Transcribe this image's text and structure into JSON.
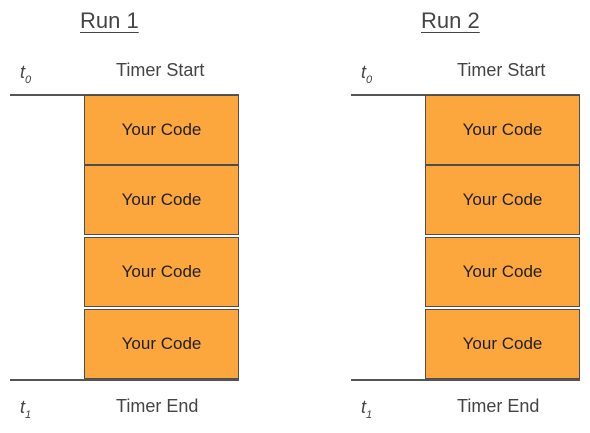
{
  "colors": {
    "box_fill": "#FBA73E",
    "rule": "#555555"
  },
  "runs": [
    {
      "title": "Run 1",
      "start": {
        "symbol": "t",
        "subscript": "0",
        "label": "Timer Start"
      },
      "blocks": [
        "Your Code",
        "Your Code",
        "Your Code",
        "Your Code"
      ],
      "end": {
        "symbol": "t",
        "subscript": "1",
        "label": "Timer End"
      }
    },
    {
      "title": "Run 2",
      "start": {
        "symbol": "t",
        "subscript": "0",
        "label": "Timer Start"
      },
      "blocks": [
        "Your Code",
        "Your Code",
        "Your Code",
        "Your Code"
      ],
      "end": {
        "symbol": "t",
        "subscript": "1",
        "label": "Timer End"
      }
    }
  ]
}
